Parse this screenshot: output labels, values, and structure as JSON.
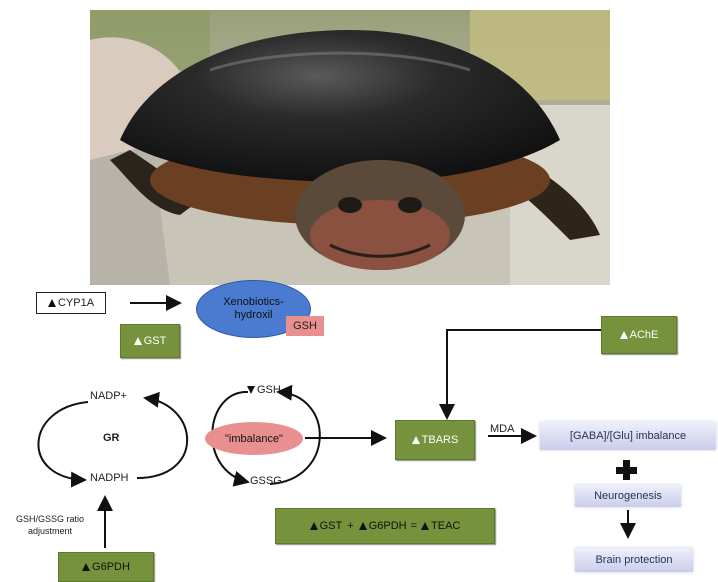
{
  "labels": {
    "cyp1a": "CYP1A",
    "xenobiotics_line1": "Xenobiotics-",
    "xenobiotics_line2": "hydroxil",
    "gsh_tag": "GSH",
    "gst": "GST",
    "ache": "AChE",
    "nadp_plus": "NADP+",
    "gr": "GR",
    "nadph": "NADPH",
    "gsh": "GSH",
    "imbalance": "\"imbalance\"",
    "gssg": "GSSG",
    "tbars": "TBARS",
    "mda": "MDA",
    "gaba_glu": "[GABA]/[Glu] imbalance",
    "neurogenesis": "Neurogenesis",
    "brain_protection": "Brain protection",
    "ratio_line1": "GSH/GSSG ratio",
    "ratio_line2": "adjustment",
    "g6pdh": "G6PDH",
    "eq_gst": "GST",
    "eq_plus": "+",
    "eq_g6pdh": "G6PDH",
    "eq_equals": "=",
    "eq_teac": "TEAC"
  },
  "colors": {
    "green_box": "#76923c",
    "blue_ellipse": "#4a7bd0",
    "pink": "#e8908f"
  }
}
